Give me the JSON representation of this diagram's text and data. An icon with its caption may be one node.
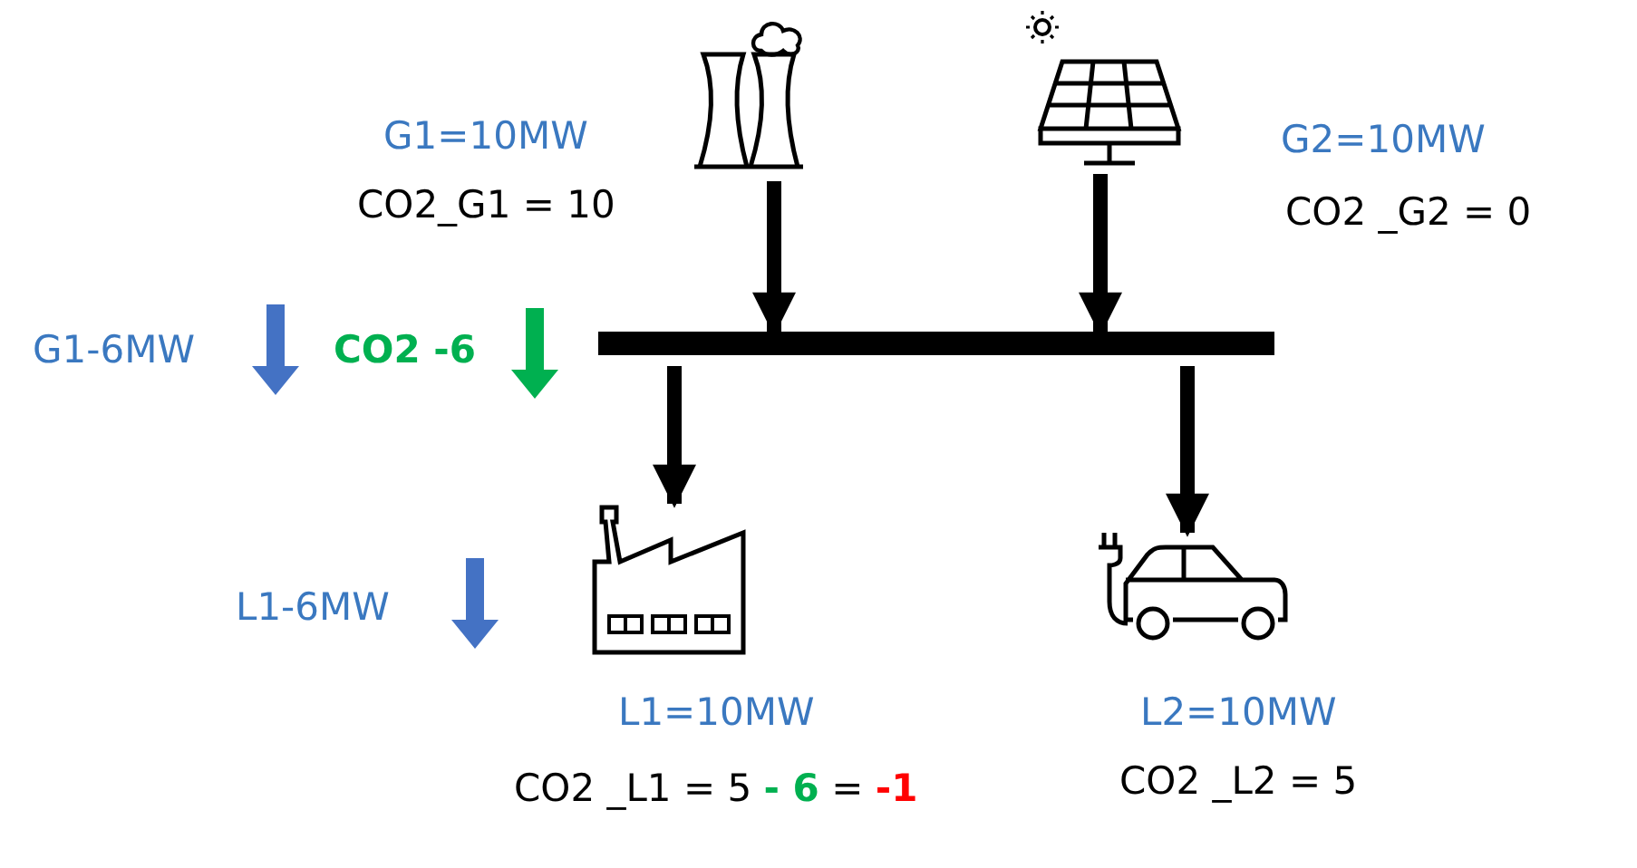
{
  "diagram": {
    "nodes": [
      {
        "text": [],
        "shape": "picture",
        "beside": [
          "G1=10MW",
          "CO2_G1 = 10"
        ]
      },
      {
        "text": [],
        "shape": "picture",
        "beside": [
          "G2=10MW",
          "CO2 _G2 = 0"
        ]
      },
      {
        "text": [],
        "shape": "bar"
      },
      {
        "text": [],
        "shape": "picture",
        "beside": [
          "L1=10MW",
          "CO2 _L1 = 5 **- 6** = **-1**"
        ]
      },
      {
        "text": [],
        "shape": "picture",
        "beside": [
          "L2=10MW",
          "CO2 _L2 = 5"
        ]
      }
    ],
    "edges": [
      {
        "from": 0,
        "to": 2,
        "arrow": "to"
      },
      {
        "from": 1,
        "to": 2,
        "arrow": "to"
      },
      {
        "from": 2,
        "to": 3,
        "arrow": "to"
      },
      {
        "from": 2,
        "to": 4,
        "arrow": "to"
      }
    ],
    "labels": [
      "G1-6MW",
      "CO2 -6",
      "L1-6MW"
    ]
  }
}
